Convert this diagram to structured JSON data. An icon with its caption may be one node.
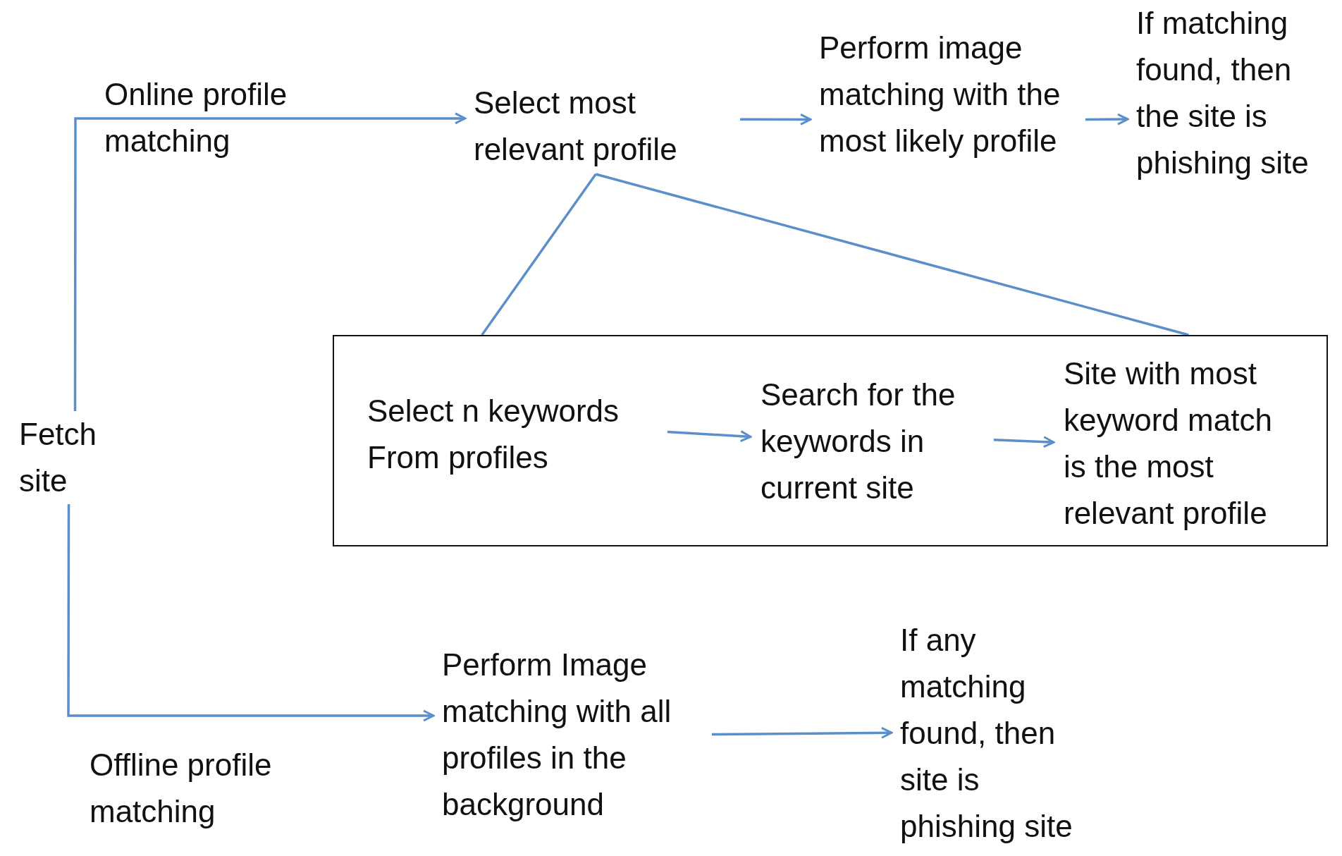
{
  "diagram": {
    "nodes": [
      {
        "text": [
          "Fetch site"
        ]
      },
      {
        "text": [
          "Select most relevant profile"
        ]
      },
      {
        "text": [
          "Perform image matching with the most likely profile"
        ]
      },
      {
        "text": [
          "If matching found, then the site is phishing site"
        ]
      },
      {
        "text": [],
        "shape": "box"
      },
      {
        "text": [
          "Select n keywords From profiles"
        ],
        "in": 4
      },
      {
        "text": [
          "Search for the keywords in current site"
        ],
        "in": 4
      },
      {
        "text": [
          "Site with most keyword match is the most relevant profile"
        ],
        "in": 4
      },
      {
        "text": [
          "Perform Image matching with all profiles in the background"
        ]
      },
      {
        "text": [
          "If any matching found, then site is phishing site"
        ]
      }
    ],
    "edges": [
      {
        "from": 0,
        "to": 1,
        "arrow": "to",
        "label": "Online profile matching"
      },
      {
        "from": 1,
        "to": 2,
        "arrow": "to"
      },
      {
        "from": 2,
        "to": 3,
        "arrow": "to"
      },
      {
        "from": 1,
        "to": 4,
        "arrow": "none"
      },
      {
        "from": 5,
        "to": 6,
        "arrow": "to"
      },
      {
        "from": 6,
        "to": 7,
        "arrow": "to"
      },
      {
        "from": 0,
        "to": 8,
        "arrow": "to",
        "label": "Offline profile matching"
      },
      {
        "from": 8,
        "to": 9,
        "arrow": "to"
      }
    ]
  }
}
